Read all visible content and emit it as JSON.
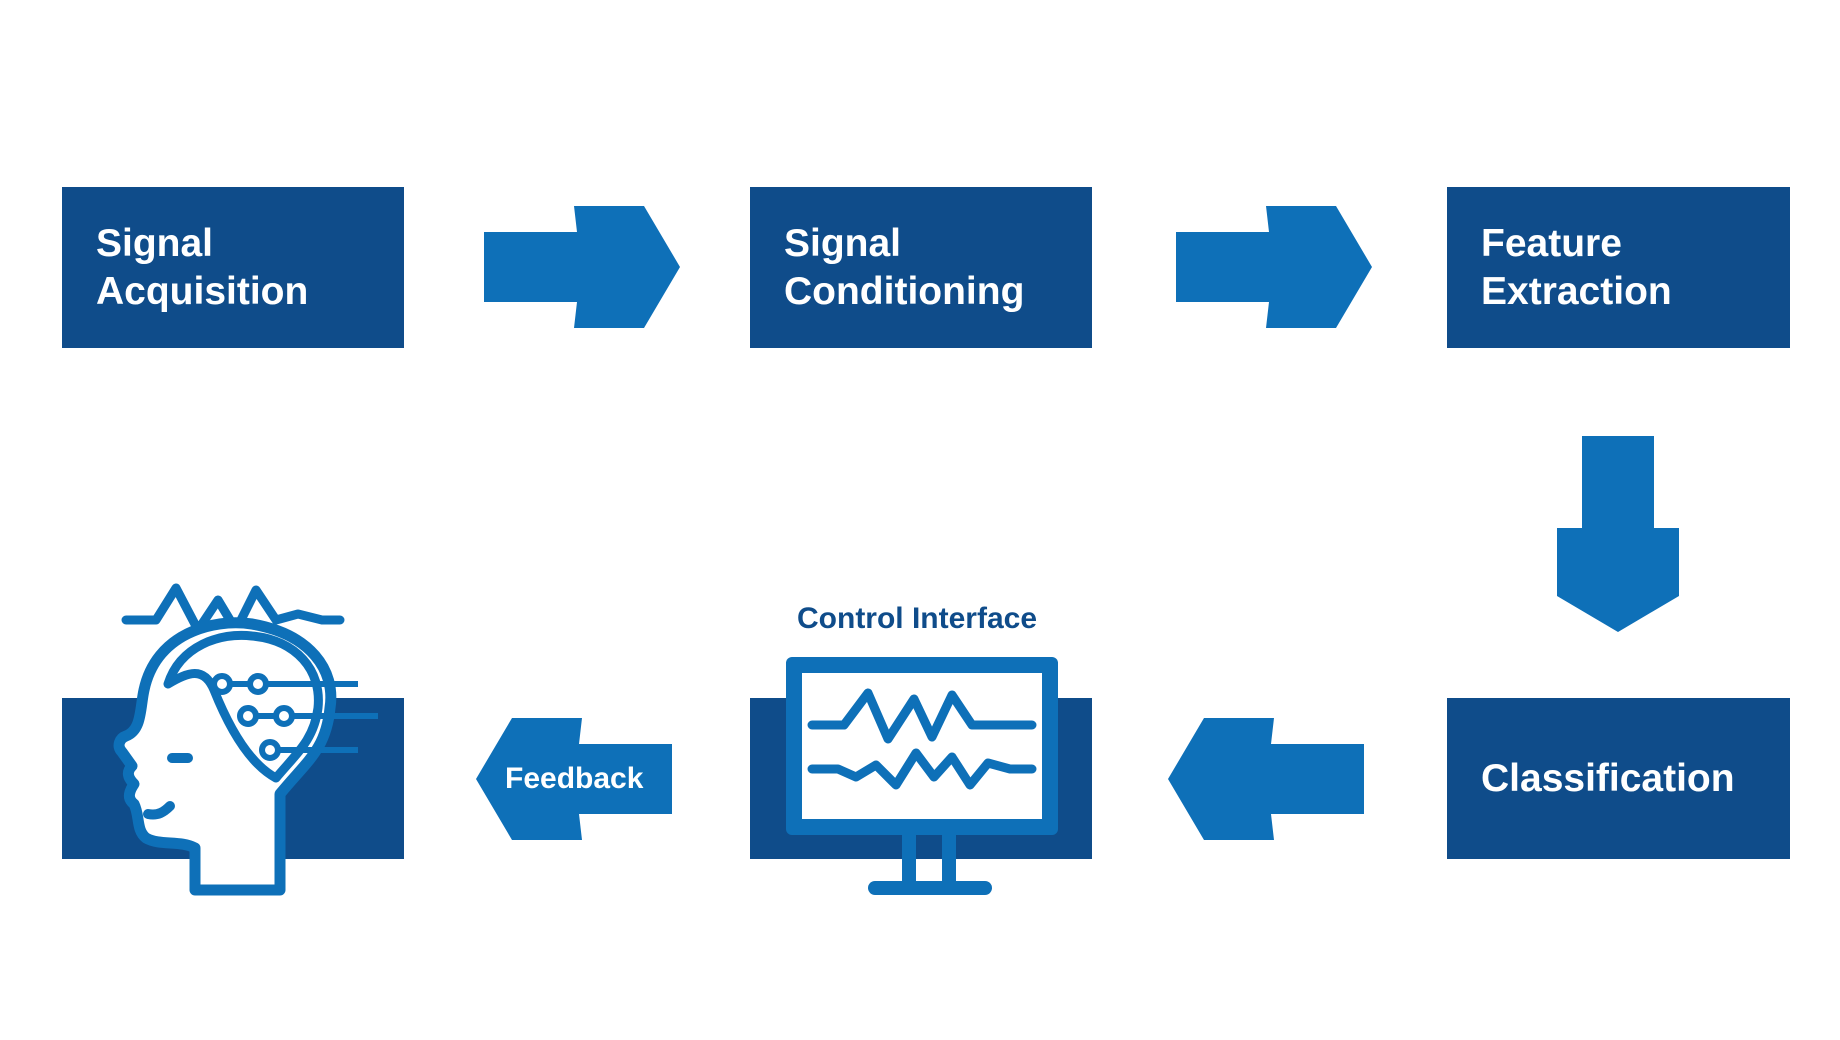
{
  "colors": {
    "box": "#0f4c8a",
    "arrow": "#0e70b8",
    "icon": "#0e70b8",
    "background": "#ffffff"
  },
  "steps": [
    {
      "lines": [
        "Signal",
        "Acquisition"
      ]
    },
    {
      "lines": [
        "Signal",
        "Conditioning"
      ]
    },
    {
      "lines": [
        "Feature",
        "Extraction"
      ]
    },
    {
      "lines": [
        "Classification"
      ]
    }
  ],
  "control_interface": {
    "label": "Control Interface",
    "icon": "monitor-waveform-icon"
  },
  "feedback": {
    "label": "Feedback"
  },
  "user": {
    "icon": "brain-head-icon"
  }
}
